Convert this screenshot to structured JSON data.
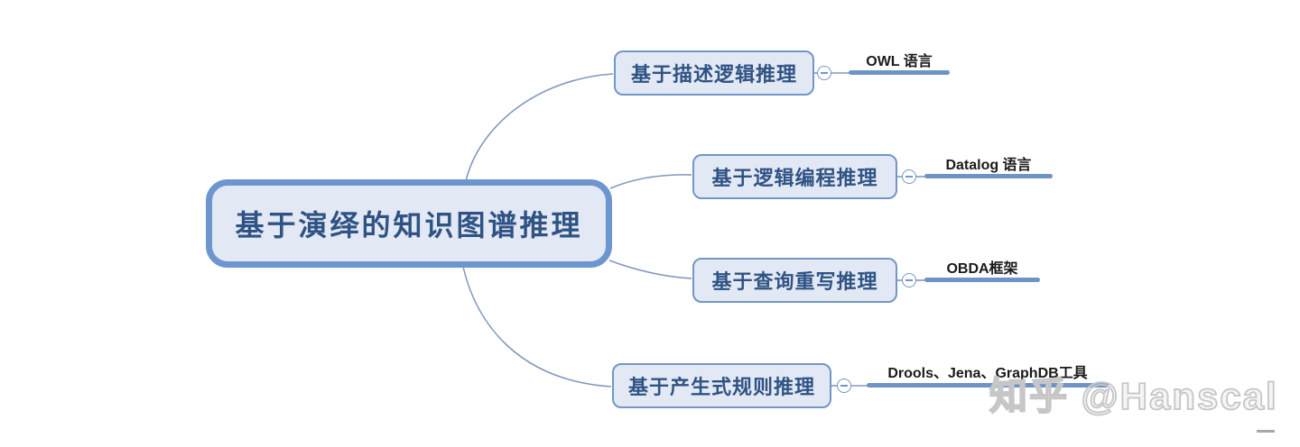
{
  "mindmap": {
    "root": {
      "label": "基于演绎的知识图谱推理"
    },
    "branches": [
      {
        "label": "基于描述逻辑推理",
        "leaf": "OWL 语言"
      },
      {
        "label": "基于逻辑编程推理",
        "leaf": "Datalog 语言"
      },
      {
        "label": "基于查询重写推理",
        "leaf": "OBDA框架"
      },
      {
        "label": "基于产生式规则推理",
        "leaf": "Drools、Jena、GraphDB工具"
      }
    ]
  },
  "watermark": {
    "text": "知乎 @Hanscal"
  },
  "colors": {
    "node_border": "#6d96ce",
    "branch_border": "#7296c8",
    "node_fill": "#e3e9f4",
    "node_text": "#2f5384",
    "line_color": "#8199bd",
    "bar_color": "#6e93c7",
    "leaf_text": "#1a1a1a",
    "watermark_color": "#c6c6c6"
  }
}
